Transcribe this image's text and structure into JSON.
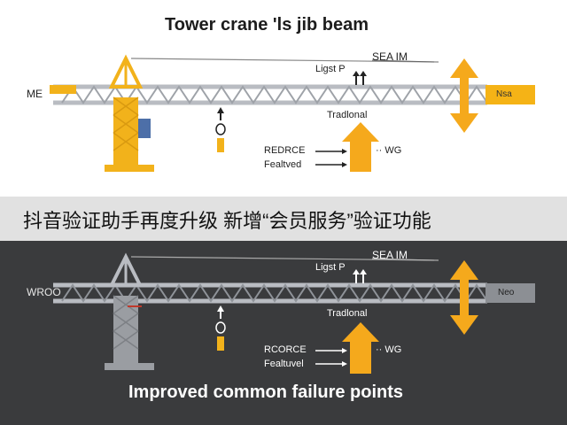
{
  "top": {
    "title": "Tower crane 'ls jib beam",
    "sea_label": "SEA IM",
    "light_label": "Ligst P",
    "traditional_label": "Tradlonal",
    "force_label": "REDRCE",
    "dots_wg": "·· WG",
    "failure_label": "Fealtved",
    "left_tag": "ME",
    "right_box": "Nsa"
  },
  "banner": {
    "text": "抖音验证助手再度升级 新增“会员服务”验证功能"
  },
  "bottom": {
    "sea_label": "SEA IM",
    "light_label": "Ligst P",
    "traditional_label": "Tradlonal",
    "force_label": "RCORCE",
    "dots_wg": "·· WG",
    "failure_label": "Fealtuvel",
    "left_tag": "WROO",
    "right_box": "Neo",
    "caption": "Improved common failure points"
  },
  "colors": {
    "crane_yellow": "#f2b21b",
    "truss_gray": "#b9bcc2",
    "dark_bg": "#3a3b3d",
    "arrow_orange": "#f5a91c"
  }
}
